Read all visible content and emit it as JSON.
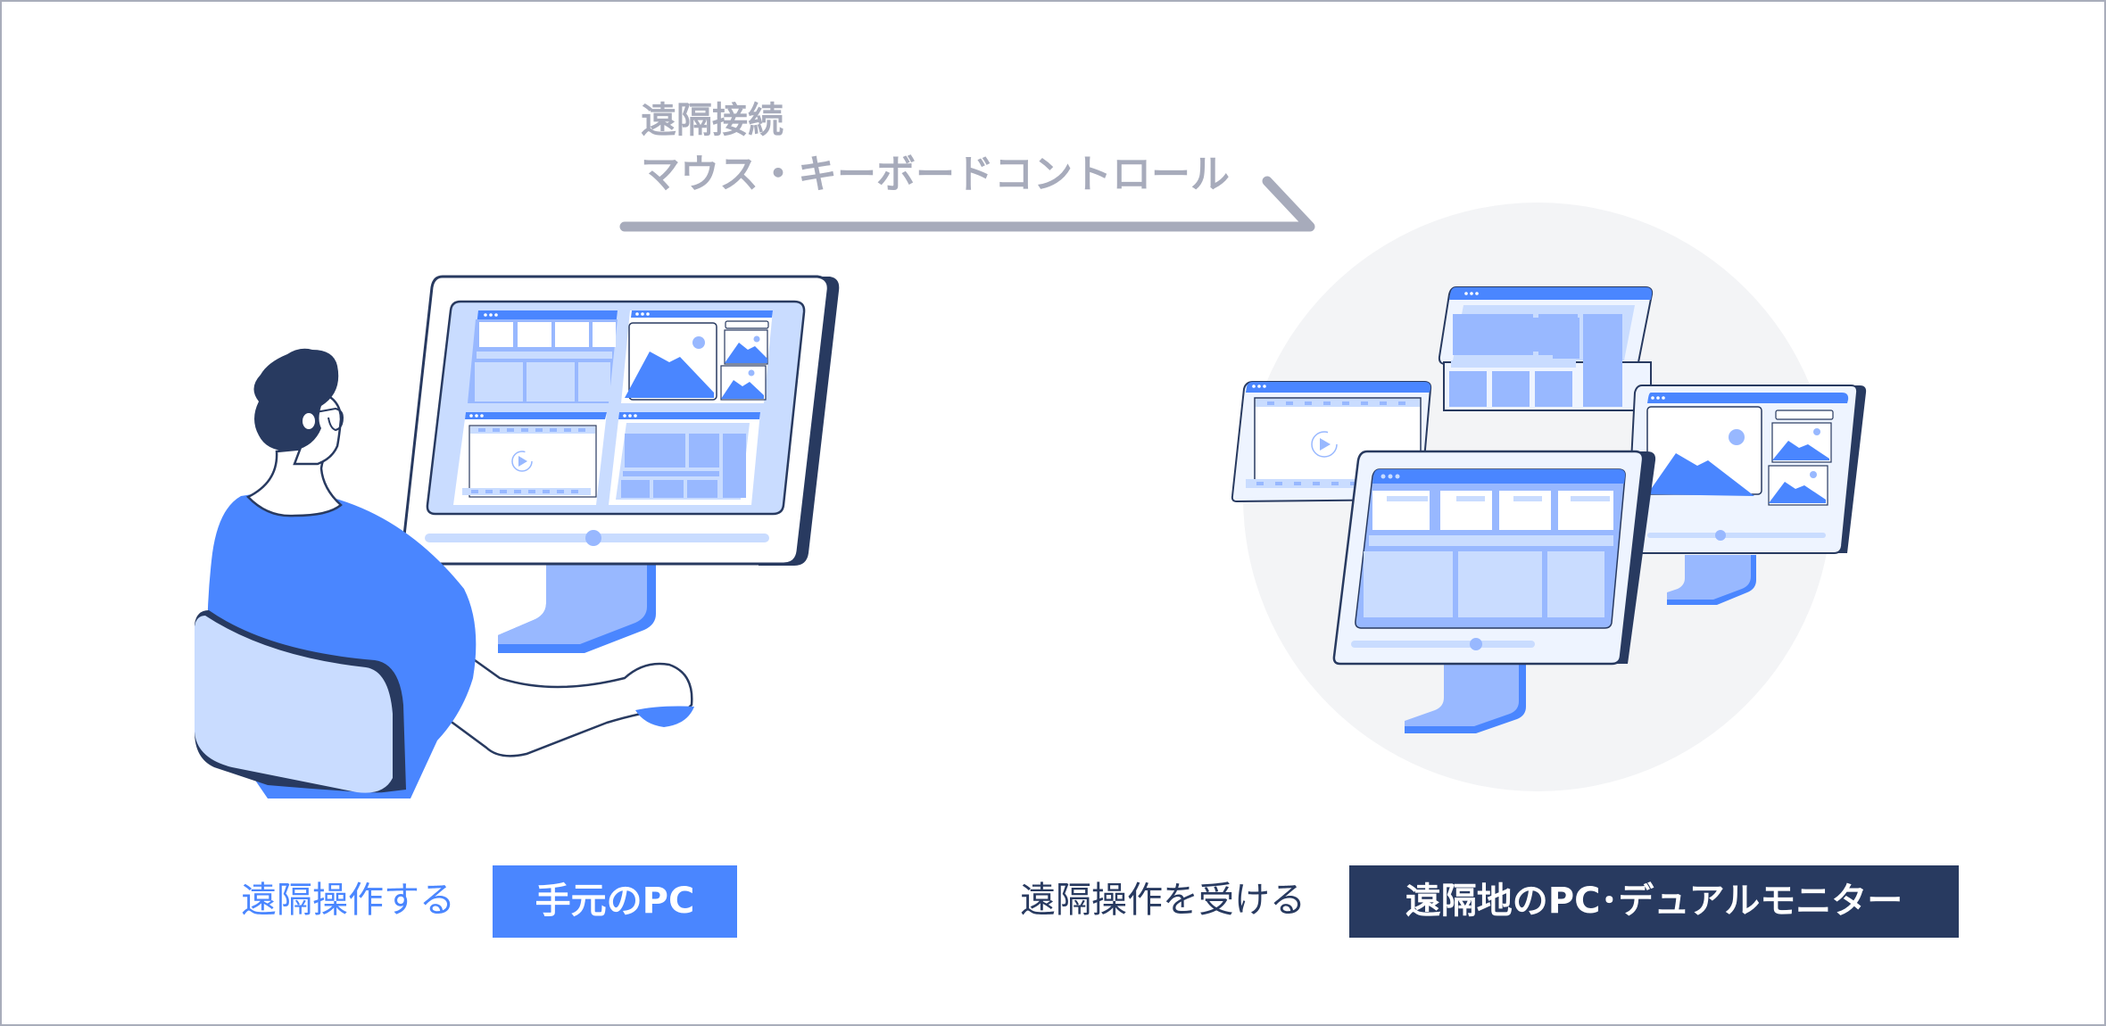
{
  "arrow": {
    "title": "遠隔接続",
    "subtitle": "マウス・キーボードコントロール",
    "color": "#a7abbb"
  },
  "local": {
    "label": "遠隔操作する",
    "tag": "手元のPC",
    "tag_color": "#4a86ff"
  },
  "remote": {
    "label": "遠隔操作を受ける",
    "tag": "遠隔地のPC･デュアルモニター",
    "tag_color": "#283a60"
  },
  "palette": {
    "accent_blue": "#4a86ff",
    "light_blue": "#c9dcff",
    "mid_blue": "#98b8ff",
    "navy": "#283a60",
    "panel": "#eef4ff",
    "circle_bg": "#f3f4f6",
    "border": "#a9adbb"
  }
}
